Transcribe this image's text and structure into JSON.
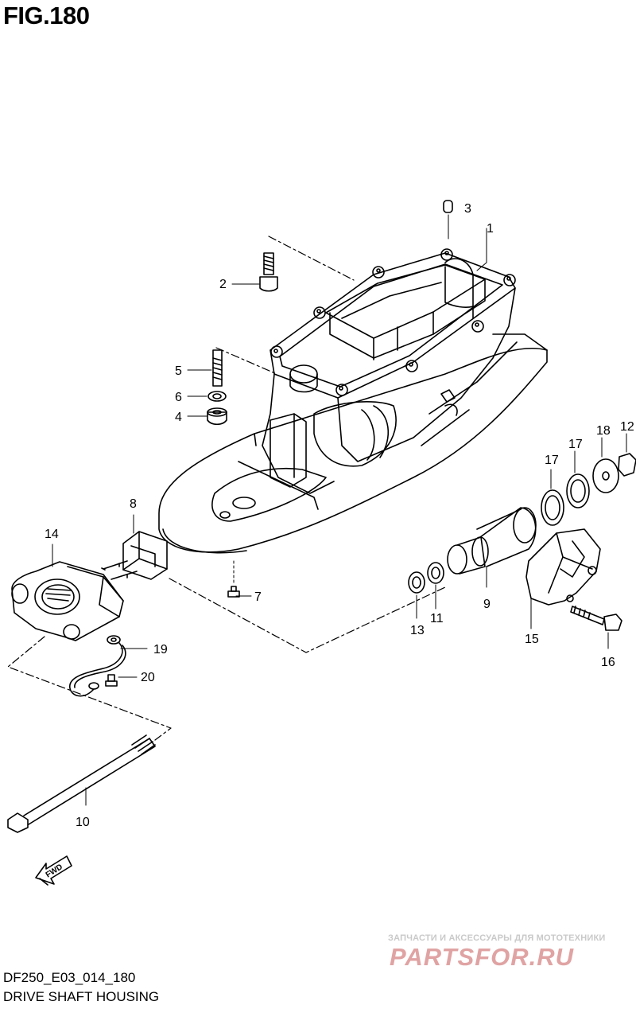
{
  "figure": {
    "title": "FIG.180",
    "code": "DF250_E03_014_180",
    "description": "DRIVE SHAFT HOUSING"
  },
  "callouts": {
    "c1": "1",
    "c2": "2",
    "c3": "3",
    "c4": "4",
    "c5": "5",
    "c6": "6",
    "c7": "7",
    "c8": "8",
    "c9": "9",
    "c10": "10",
    "c11": "11",
    "c12": "12",
    "c13": "13",
    "c14": "14",
    "c15": "15",
    "c16": "16",
    "c17a": "17",
    "c17b": "17",
    "c18": "18",
    "c19": "19",
    "c20": "20"
  },
  "fwd_arrow": "FWD",
  "watermark": {
    "tagline": "ЗАПЧАСТИ И АКСЕССУАРЫ ДЛЯ МОТОТЕХНИКИ",
    "logo": "PARTSFOR.RU"
  }
}
